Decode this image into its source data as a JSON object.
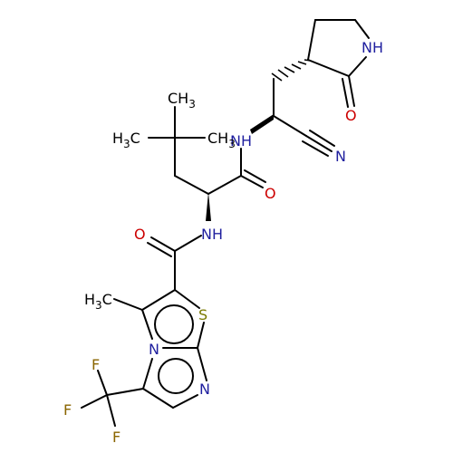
{
  "colors": {
    "carbon": "#000000",
    "nitrogen": "#1f1f9f",
    "oxygen": "#cc0000",
    "sulfur": "#7a7a00",
    "fluorine": "#8a6500"
  },
  "labels": {
    "nh_lactam": "NH",
    "o_lactam": "O",
    "nh_amide1": "NH",
    "n_nitrile": "N",
    "o_amide1": "O",
    "nh_amide2": "NH",
    "o_amide2": "O",
    "s_thiazole": "S",
    "n_bridge": "N",
    "n_imidazole": "N",
    "f1": "F",
    "f2": "F",
    "f3": "F",
    "methyl_top": {
      "main": "CH",
      "sub": "3"
    },
    "methyl_left": {
      "main": "H",
      "sub": "3",
      "tail": "C"
    },
    "methyl_right": {
      "main": "CH",
      "sub": "3"
    },
    "methyl_ring": {
      "main": "H",
      "sub": "3",
      "tail": "C"
    }
  }
}
